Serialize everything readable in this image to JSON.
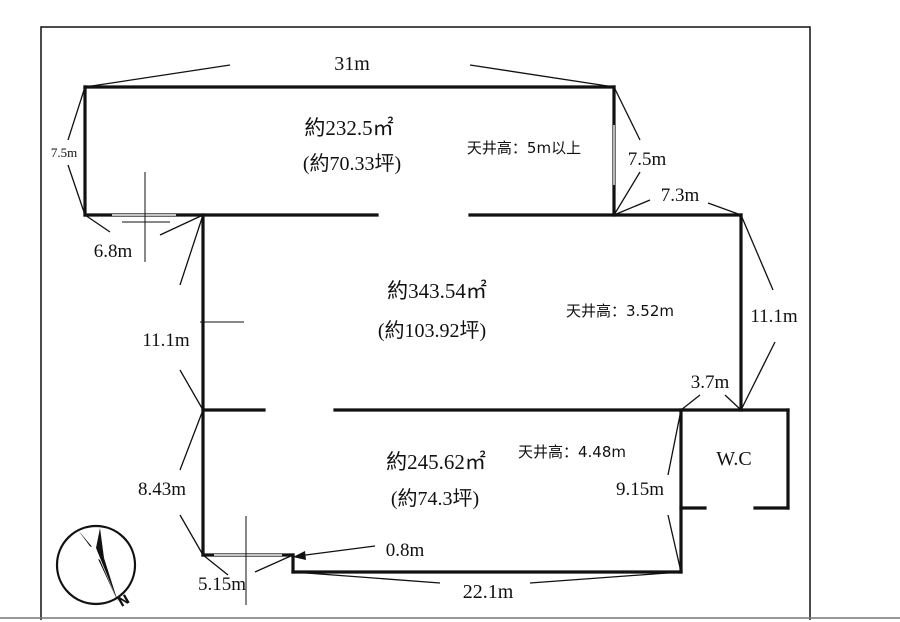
{
  "rooms": [
    {
      "area": "約232.5㎡",
      "tsubo": "(約70.33坪)",
      "ceiling": "天井高：5m以上"
    },
    {
      "area": "約343.54㎡",
      "tsubo": "(約103.92坪)",
      "ceiling": "天井高：3.52m"
    },
    {
      "area": "約245.62㎡",
      "tsubo": "(約74.3坪)",
      "ceiling": "天井高：4.48m"
    }
  ],
  "wc_label": "W.C",
  "dimensions": {
    "top": "31m",
    "upper_left": "7.5m",
    "upper_right": "7.5m",
    "step_top": "7.3m",
    "left_step": "6.8m",
    "right_middle": "11.1m",
    "left_middle": "11.1m",
    "step_right": "3.7m",
    "left_lower": "8.43m",
    "right_lower": "9.15m",
    "gap": "0.8m",
    "bottom_left": "5.15m",
    "bottom": "22.1m"
  },
  "compass": {
    "icon": "north-arrow-icon",
    "label": "N"
  },
  "colors": {
    "ink": "#111111",
    "background": "#ffffff"
  }
}
